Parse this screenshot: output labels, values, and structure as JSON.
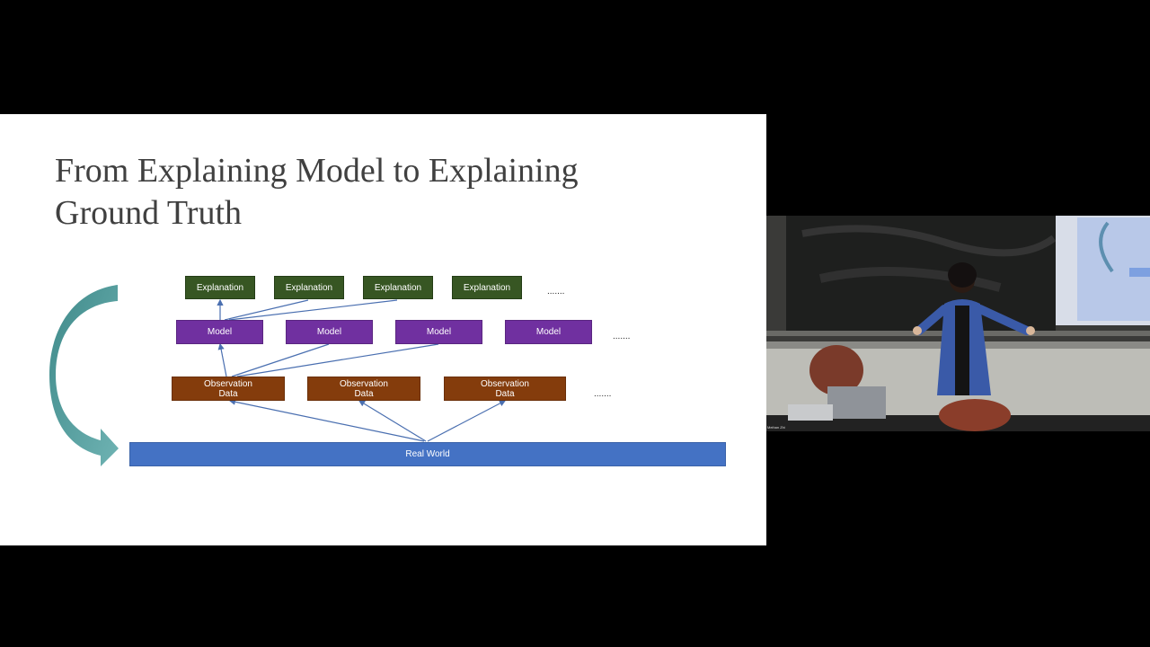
{
  "slide": {
    "title_line1": "From Explaining Model to Explaining",
    "title_line2": "Ground Truth",
    "explanation_labels": [
      "Explanation",
      "Explanation",
      "Explanation",
      "Explanation"
    ],
    "model_labels": [
      "Model",
      "Model",
      "Model",
      "Model"
    ],
    "observation_labels": [
      {
        "line1": "Observation",
        "line2": "Data"
      },
      {
        "line1": "Observation",
        "line2": "Data"
      },
      {
        "line1": "Observation",
        "line2": "Data"
      }
    ],
    "real_world_label": "Real World",
    "ellipsis": "......."
  },
  "colors": {
    "explanation": "#375623",
    "model": "#7030a0",
    "observation": "#843c0c",
    "real_world": "#4472c4",
    "arrow": "#4a9a9a",
    "connector": "#4a6fb0"
  },
  "video": {
    "caption": "Meihan Zhi"
  }
}
